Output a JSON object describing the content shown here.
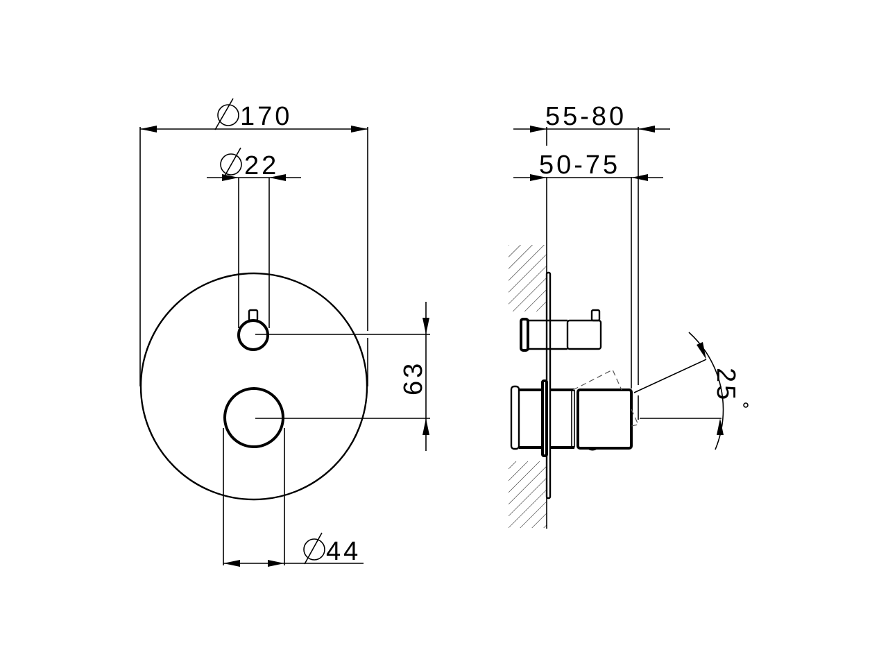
{
  "drawing": {
    "type": "technical dimension drawing - concealed thermostatic mixer trim",
    "front_view": {
      "plate_diameter": {
        "symbol": "⌀",
        "value": "170"
      },
      "small_knob_diameter": {
        "symbol": "⌀",
        "value": "22"
      },
      "large_knob_diameter": {
        "symbol": "⌀",
        "value": "44"
      },
      "center_distance": {
        "value": "63"
      }
    },
    "side_view": {
      "projection_max": {
        "value": "55-80"
      },
      "projection_min": {
        "value": "50-75"
      },
      "rotation_angle": {
        "value": "25",
        "unit": "°"
      }
    }
  },
  "colors": {
    "line": "#000000",
    "background": "#ffffff",
    "hidden_line": "#555555"
  }
}
